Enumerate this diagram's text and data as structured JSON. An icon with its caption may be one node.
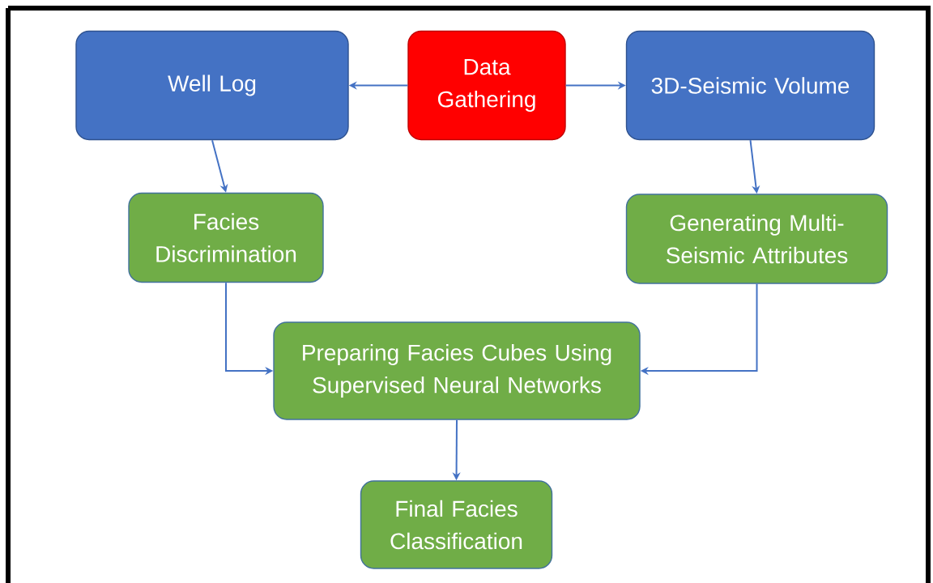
{
  "diagram": {
    "nodes": [
      {
        "text": [
          "Data Gathering"
        ]
      },
      {
        "text": [
          "Well Log"
        ]
      },
      {
        "text": [
          "3D-Seismic Volume"
        ]
      },
      {
        "text": [
          "Facies Discrimination"
        ]
      },
      {
        "text": [
          "Generating Multi-Seismic Attributes"
        ]
      },
      {
        "text": [
          "Preparing Facies Cubes Using Supervised Neural Networks"
        ]
      },
      {
        "text": [
          "Final Facies Classification"
        ]
      }
    ],
    "edges": [
      {
        "from": 0,
        "to": 1,
        "arrow": "to"
      },
      {
        "from": 0,
        "to": 2,
        "arrow": "to"
      },
      {
        "from": 1,
        "to": 3,
        "arrow": "to"
      },
      {
        "from": 2,
        "to": 4,
        "arrow": "to"
      },
      {
        "from": 3,
        "to": 5,
        "arrow": "to"
      },
      {
        "from": 4,
        "to": 5,
        "arrow": "to"
      },
      {
        "from": 5,
        "to": 6,
        "arrow": "to"
      }
    ]
  }
}
